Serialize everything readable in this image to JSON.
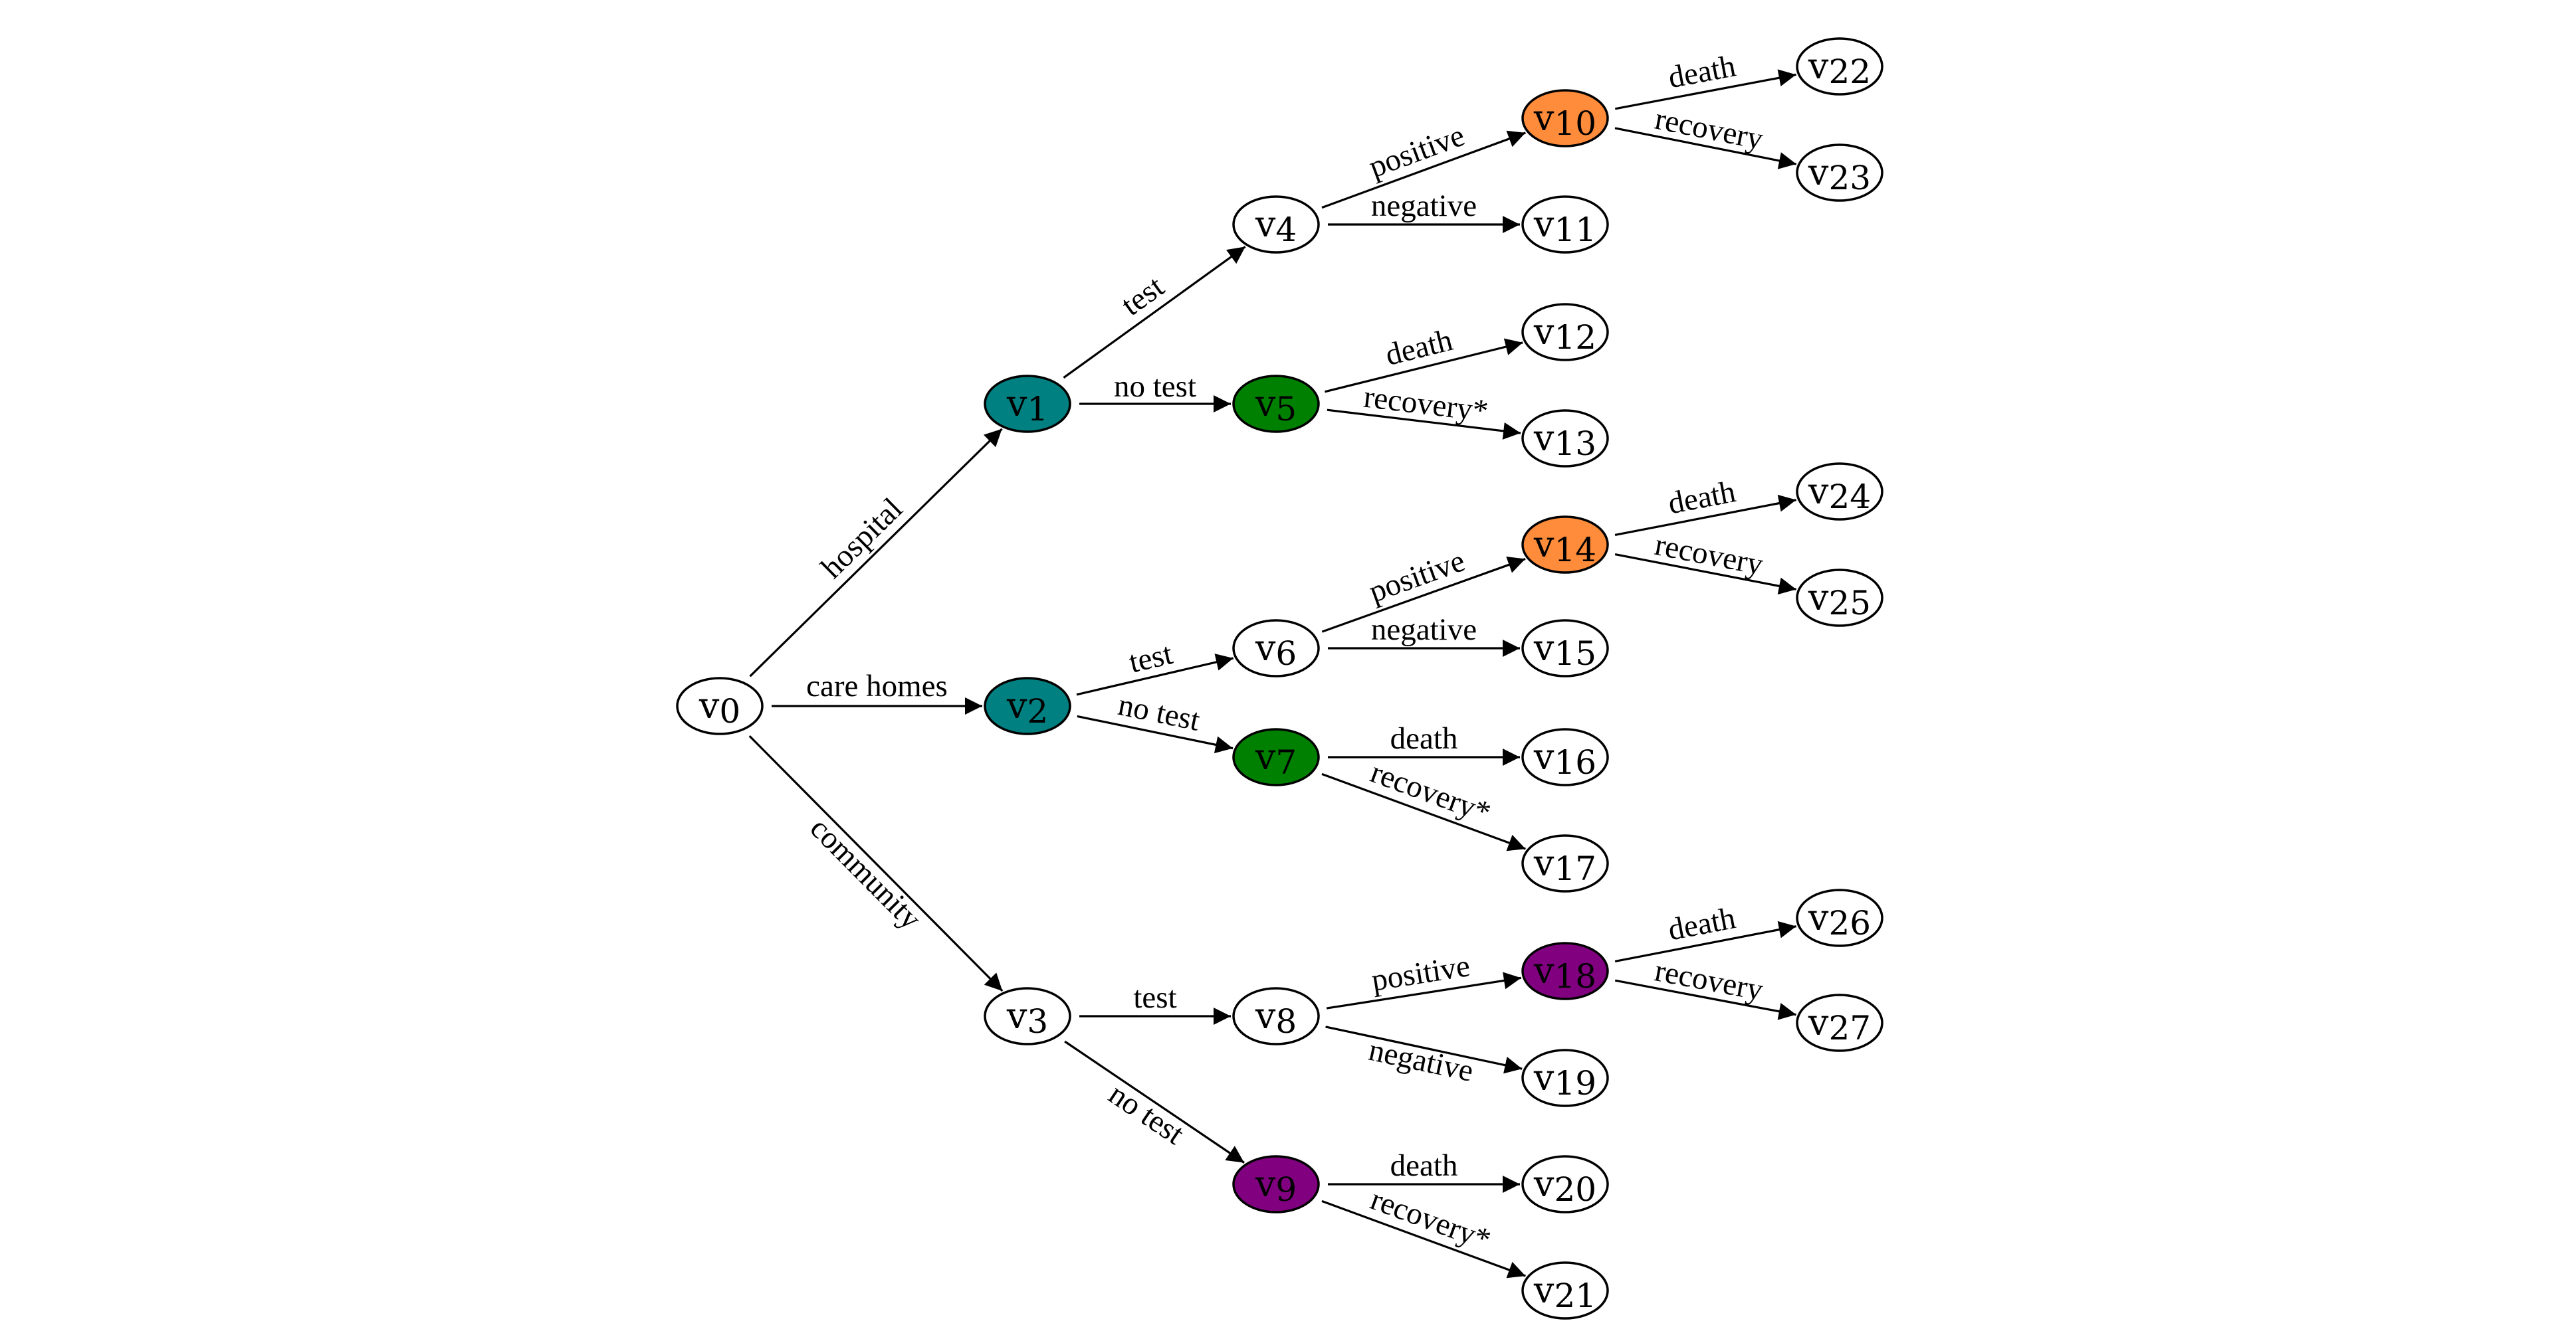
{
  "colors": {
    "teal": "#008080",
    "green": "#008000",
    "orange": "#FF8C3A",
    "purple": "#800080",
    "white": "#FFFFFF"
  },
  "nodes": [
    {
      "id": "v0",
      "base": "v",
      "sub": "0",
      "fill": "white"
    },
    {
      "id": "v1",
      "base": "v",
      "sub": "1",
      "fill": "teal"
    },
    {
      "id": "v2",
      "base": "v",
      "sub": "2",
      "fill": "teal"
    },
    {
      "id": "v3",
      "base": "v",
      "sub": "3",
      "fill": "white"
    },
    {
      "id": "v4",
      "base": "v",
      "sub": "4",
      "fill": "white"
    },
    {
      "id": "v5",
      "base": "v",
      "sub": "5",
      "fill": "green"
    },
    {
      "id": "v6",
      "base": "v",
      "sub": "6",
      "fill": "white"
    },
    {
      "id": "v7",
      "base": "v",
      "sub": "7",
      "fill": "green"
    },
    {
      "id": "v8",
      "base": "v",
      "sub": "8",
      "fill": "white"
    },
    {
      "id": "v9",
      "base": "v",
      "sub": "9",
      "fill": "purple"
    },
    {
      "id": "v10",
      "base": "v",
      "sub": "10",
      "fill": "orange"
    },
    {
      "id": "v11",
      "base": "v",
      "sub": "11",
      "fill": "white"
    },
    {
      "id": "v12",
      "base": "v",
      "sub": "12",
      "fill": "white"
    },
    {
      "id": "v13",
      "base": "v",
      "sub": "13",
      "fill": "white"
    },
    {
      "id": "v14",
      "base": "v",
      "sub": "14",
      "fill": "orange"
    },
    {
      "id": "v15",
      "base": "v",
      "sub": "15",
      "fill": "white"
    },
    {
      "id": "v16",
      "base": "v",
      "sub": "16",
      "fill": "white"
    },
    {
      "id": "v17",
      "base": "v",
      "sub": "17",
      "fill": "white"
    },
    {
      "id": "v18",
      "base": "v",
      "sub": "18",
      "fill": "purple"
    },
    {
      "id": "v19",
      "base": "v",
      "sub": "19",
      "fill": "white"
    },
    {
      "id": "v20",
      "base": "v",
      "sub": "20",
      "fill": "white"
    },
    {
      "id": "v21",
      "base": "v",
      "sub": "21",
      "fill": "white"
    },
    {
      "id": "v22",
      "base": "v",
      "sub": "22",
      "fill": "white"
    },
    {
      "id": "v23",
      "base": "v",
      "sub": "23",
      "fill": "white"
    },
    {
      "id": "v24",
      "base": "v",
      "sub": "24",
      "fill": "white"
    },
    {
      "id": "v25",
      "base": "v",
      "sub": "25",
      "fill": "white"
    },
    {
      "id": "v26",
      "base": "v",
      "sub": "26",
      "fill": "white"
    },
    {
      "id": "v27",
      "base": "v",
      "sub": "27",
      "fill": "white"
    }
  ],
  "edges": [
    {
      "from": "v0",
      "to": "v1",
      "label": "hospital"
    },
    {
      "from": "v0",
      "to": "v2",
      "label": "care homes"
    },
    {
      "from": "v0",
      "to": "v3",
      "label": "community"
    },
    {
      "from": "v1",
      "to": "v4",
      "label": "test"
    },
    {
      "from": "v1",
      "to": "v5",
      "label": "no test"
    },
    {
      "from": "v2",
      "to": "v6",
      "label": "test"
    },
    {
      "from": "v2",
      "to": "v7",
      "label": "no test"
    },
    {
      "from": "v3",
      "to": "v8",
      "label": "test"
    },
    {
      "from": "v3",
      "to": "v9",
      "label": "no test"
    },
    {
      "from": "v4",
      "to": "v10",
      "label": "positive"
    },
    {
      "from": "v4",
      "to": "v11",
      "label": "negative"
    },
    {
      "from": "v5",
      "to": "v12",
      "label": "death"
    },
    {
      "from": "v5",
      "to": "v13",
      "label": "recovery*"
    },
    {
      "from": "v6",
      "to": "v14",
      "label": "positive"
    },
    {
      "from": "v6",
      "to": "v15",
      "label": "negative"
    },
    {
      "from": "v7",
      "to": "v16",
      "label": "death"
    },
    {
      "from": "v7",
      "to": "v17",
      "label": "recovery*"
    },
    {
      "from": "v8",
      "to": "v18",
      "label": "positive"
    },
    {
      "from": "v8",
      "to": "v19",
      "label": "negative"
    },
    {
      "from": "v9",
      "to": "v20",
      "label": "death"
    },
    {
      "from": "v9",
      "to": "v21",
      "label": "recovery*"
    },
    {
      "from": "v10",
      "to": "v22",
      "label": "death"
    },
    {
      "from": "v10",
      "to": "v23",
      "label": "recovery"
    },
    {
      "from": "v14",
      "to": "v24",
      "label": "death"
    },
    {
      "from": "v14",
      "to": "v25",
      "label": "recovery"
    },
    {
      "from": "v18",
      "to": "v26",
      "label": "death"
    },
    {
      "from": "v18",
      "to": "v27",
      "label": "recovery"
    }
  ]
}
